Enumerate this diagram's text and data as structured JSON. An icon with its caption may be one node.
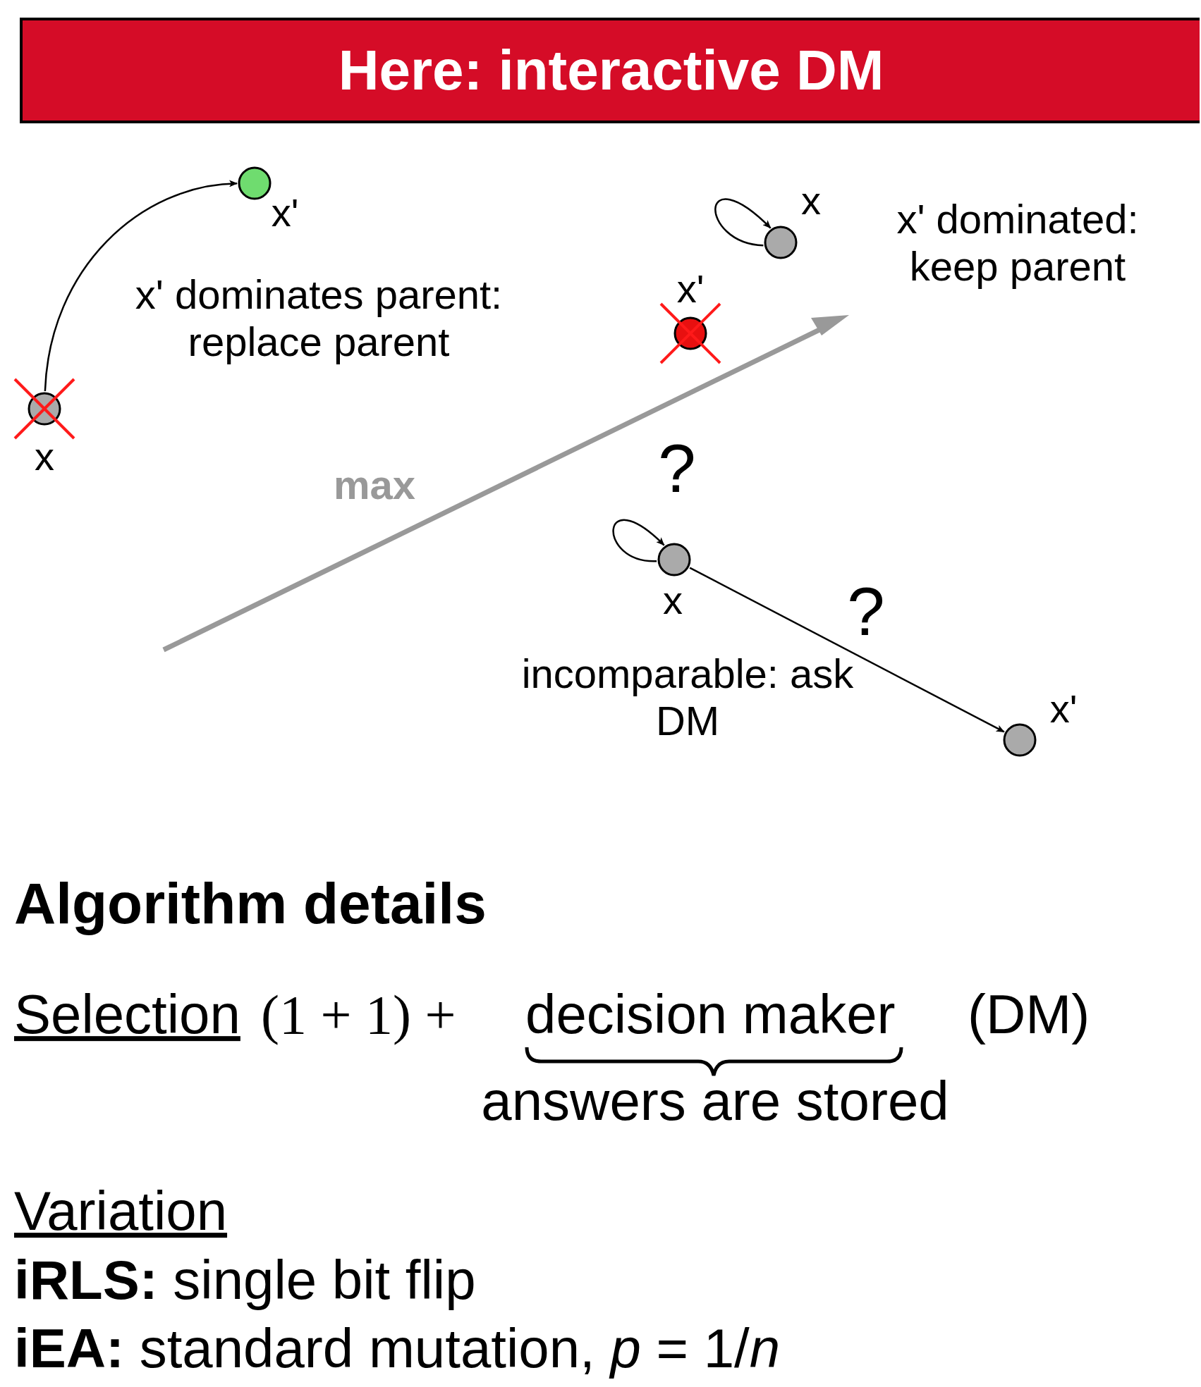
{
  "diagram": {
    "title": "Here: interactive DM",
    "nodes": [
      {
        "text": [],
        "shape": "circle",
        "beside": [
          "x"
        ]
      },
      {
        "text": [],
        "shape": "circle",
        "beside": [
          "x'"
        ]
      },
      {
        "text": [],
        "shape": "circle",
        "beside": [
          "x"
        ]
      },
      {
        "text": [],
        "shape": "circle",
        "beside": [
          "x'"
        ]
      },
      {
        "text": [],
        "shape": "circle",
        "beside": [
          "x"
        ]
      },
      {
        "text": [],
        "shape": "circle",
        "beside": [
          "x'"
        ]
      }
    ],
    "edges": [
      {
        "from": 0,
        "to": 1,
        "arrow": "to"
      },
      {
        "from": 2,
        "to": 2,
        "arrow": "to"
      },
      {
        "from": 4,
        "to": 4,
        "arrow": "to",
        "label": "?"
      },
      {
        "from": 4,
        "to": 5,
        "arrow": "to",
        "label": "?"
      }
    ],
    "labels": [
      "x' dominates parent: replace parent",
      "x' dominated: keep parent",
      "max",
      "incomparable: ask DM",
      "Algorithm details",
      "Selection",
      "(1 + 1) +",
      "decision maker",
      "(DM)",
      "answers are stored",
      "Variation",
      "**iRLS:** single bit flip",
      "**iEA:** standard mutation, *p* = 1/*n*"
    ]
  }
}
